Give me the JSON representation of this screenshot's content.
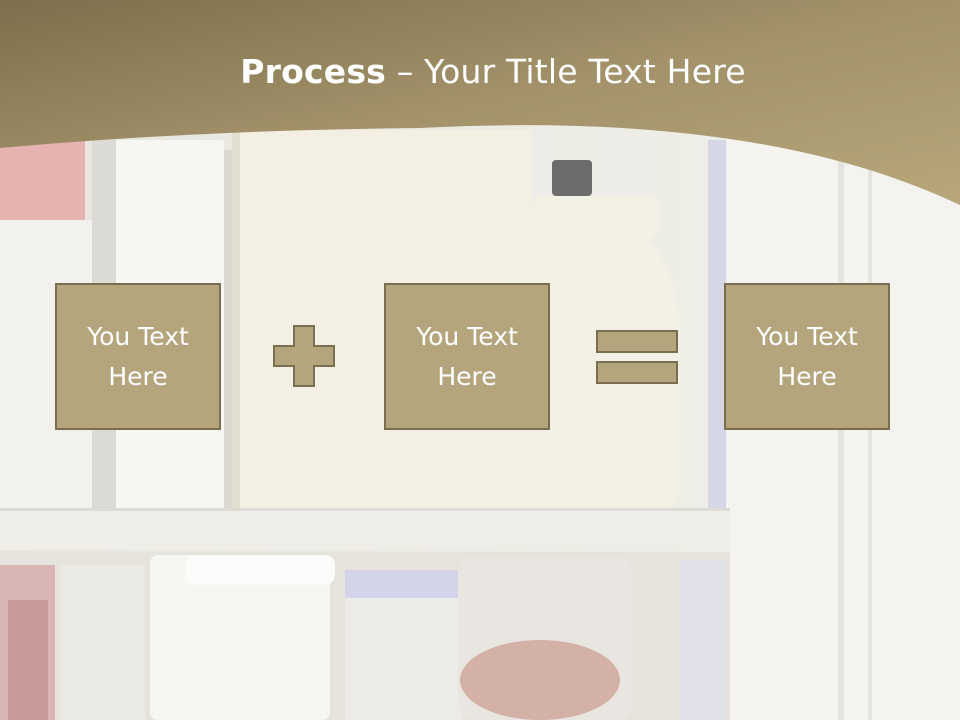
{
  "title": {
    "bold": "Process",
    "rest": " – Your Title Text Here"
  },
  "boxes": [
    {
      "text": "You Text\nHere"
    },
    {
      "text": "You Text\nHere"
    },
    {
      "text": "You Text\nHere"
    }
  ],
  "operators": [
    "plus-icon",
    "equals-icon"
  ],
  "colors": {
    "header": "#a59466",
    "box_fill": "#b4a57d",
    "box_border": "#7a6e50",
    "text": "#ffffff"
  }
}
